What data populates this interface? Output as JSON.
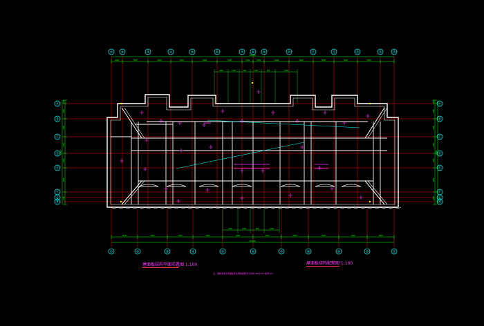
{
  "drawing": {
    "background": "#000000",
    "colors": {
      "axis": "#ff0000",
      "wall": "#ffffff",
      "dimension": "#00ff00",
      "bubble": "#00ffff",
      "annotation": "#ff33ff",
      "accent": "#ffff00"
    },
    "title_left": "屋面板结构平面布置图 1:100",
    "title_right": "屋面板结构配筋图 1:100",
    "note": "注：钢筋混凝土屋面板未注明的配筋均为双向 ф8@200 板厚120",
    "top_axes": [
      "①",
      "②",
      "③",
      "④",
      "⑤",
      "⑥",
      "⑦",
      "⑧",
      "⑨",
      "⑩",
      "⑪",
      "⑫",
      "⑬",
      "⑭",
      "⑮"
    ],
    "bottom_axes": [
      "①",
      "②",
      "③",
      "④",
      "⑤",
      "⑥",
      "⑦",
      "⑧",
      "⑨",
      "⑩",
      "⑪"
    ],
    "left_axes": [
      "Ⓐ",
      "Ⓑ",
      "Ⓒ",
      "Ⓓ",
      "Ⓔ",
      "Ⓕ",
      "Ⓖ",
      "Ⓗ"
    ],
    "right_axes": [
      "Ⓐ",
      "Ⓑ",
      "Ⓒ",
      "Ⓓ",
      "Ⓔ",
      "Ⓕ",
      "Ⓖ",
      "Ⓗ"
    ],
    "top_total_dim": "36900",
    "bottom_total_dim": "36900",
    "top_dims": [
      "2400",
      "3000",
      "2400",
      "3300",
      "3000",
      "1500",
      "1500",
      "3300",
      "3000",
      "2400",
      "3000",
      "2400",
      "3600"
    ],
    "bottom_dims": [
      "3600",
      "3300",
      "3300",
      "3000",
      "2400",
      "3300",
      "3000",
      "2400",
      "3300",
      "3600"
    ],
    "inner_top_dims": [
      "1800",
      "1200",
      "900",
      "1200",
      "900",
      "1800"
    ],
    "inner_bottom_dims": [
      "1800",
      "1200",
      "900",
      "1200"
    ],
    "left_dims": [
      "1500",
      "3600",
      "2400",
      "1200",
      "2400",
      "3600",
      "1500"
    ],
    "right_dims": [
      "1500",
      "3600",
      "2400",
      "1200",
      "2400",
      "3600",
      "1500"
    ],
    "left_total": "13900",
    "right_total": "13900"
  }
}
